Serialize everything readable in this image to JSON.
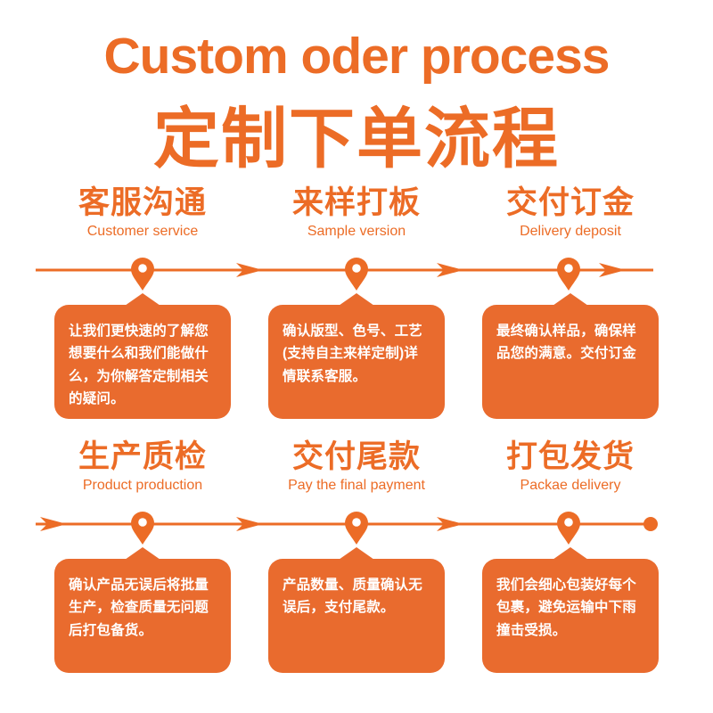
{
  "colors": {
    "accent": "#EC6C26",
    "bubble": "#E96B2E",
    "text_on_accent": "#FFFFFF",
    "background": "#FFFFFF"
  },
  "header": {
    "title_en": "Custom oder process",
    "title_zh": "定制下单流程"
  },
  "icons": {
    "pin": "map-pin-icon",
    "arrow": "arrow-right-icon",
    "end_dot": "end-dot-icon"
  },
  "rows": [
    {
      "steps": [
        {
          "title_zh": "客服沟通",
          "title_en": "Customer service",
          "description": "让我们更快速的了解您想要什么和我们能做什么，为你解答定制相关的疑问。"
        },
        {
          "title_zh": "来样打板",
          "title_en": "Sample version",
          "description": "确认版型、色号、工艺(支持自主来样定制)详情联系客服。"
        },
        {
          "title_zh": "交付订金",
          "title_en": "Delivery deposit",
          "description": "最终确认样品，确保样品您的满意。交付订金"
        }
      ]
    },
    {
      "steps": [
        {
          "title_zh": "生产质检",
          "title_en": "Product production",
          "description": "确认产品无误后将批量生产，检查质量无问题后打包备货。"
        },
        {
          "title_zh": "交付尾款",
          "title_en": "Pay the final payment",
          "description": "产品数量、质量确认无误后，支付尾款。"
        },
        {
          "title_zh": "打包发货",
          "title_en": "Packae delivery",
          "description": "我们会细心包装好每个包裹，避免运输中下雨撞击受损。"
        }
      ]
    }
  ]
}
